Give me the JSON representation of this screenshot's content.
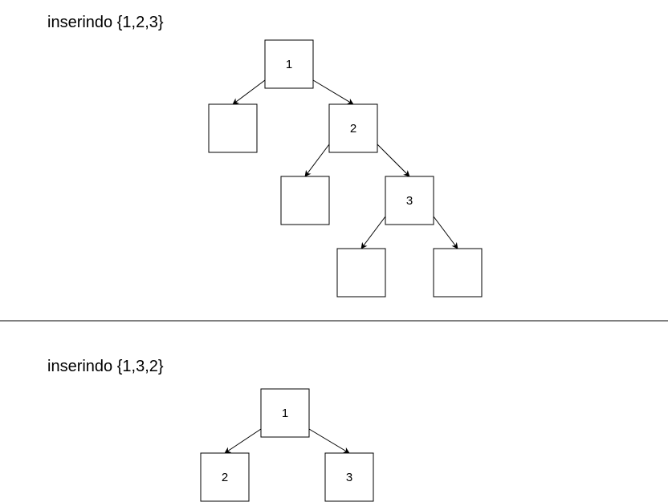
{
  "sections": [
    {
      "title": "inserindo {1,2,3}",
      "nodes": [
        {
          "label": "1"
        },
        {
          "label": ""
        },
        {
          "label": "2"
        },
        {
          "label": ""
        },
        {
          "label": "3"
        },
        {
          "label": ""
        },
        {
          "label": ""
        }
      ],
      "edges": [
        [
          0,
          1
        ],
        [
          0,
          2
        ],
        [
          2,
          3
        ],
        [
          2,
          4
        ],
        [
          4,
          5
        ],
        [
          4,
          6
        ]
      ]
    },
    {
      "title": "inserindo {1,3,2}",
      "nodes": [
        {
          "label": "1"
        },
        {
          "label": "2"
        },
        {
          "label": "3"
        }
      ],
      "edges": [
        [
          0,
          1
        ],
        [
          0,
          2
        ]
      ]
    }
  ]
}
